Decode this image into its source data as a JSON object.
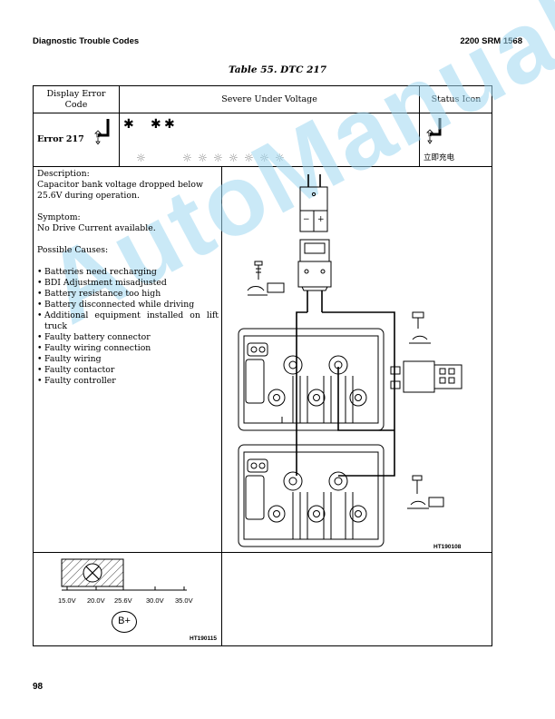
{
  "header": {
    "section_title": "Diagnostic Trouble Codes",
    "manual_ref": "2200 SRM 1568"
  },
  "table_title": "Table 55.  DTC 217",
  "table": {
    "col1_header": "Display Error Code",
    "col2_header": "Severe Under Voltage",
    "col3_header": "Status Icon",
    "error_label": "Error 217",
    "status_label": "立即充电",
    "description": {
      "heading": "Description:",
      "text": "Capacitor bank voltage dropped below 25.6V during operation.",
      "symptom_heading": "Symptom:",
      "symptom_text": "No Drive Current available.",
      "causes_heading": "Possible Causes:",
      "causes": [
        "Batteries need recharging",
        "BDI Adjustment misadjusted",
        "Battery resistance too high",
        "Battery disconnected while driving",
        "Additional equipment installed on lift truck",
        "Faulty battery connector",
        "Faulty wiring connection",
        "Faulty wiring",
        "Faulty contactor",
        "Faulty controller"
      ]
    }
  },
  "figures": {
    "wiring_code": "HT190108",
    "gauge_code": "HT190115",
    "gauge_labels": [
      "15.0V",
      "20.0V",
      "25.6V",
      "30.0V",
      "35.0V"
    ],
    "gauge_symbol": "B+",
    "connector_minus": "−",
    "connector_plus": "+"
  },
  "watermark": "AutoManual",
  "page_number": "98"
}
